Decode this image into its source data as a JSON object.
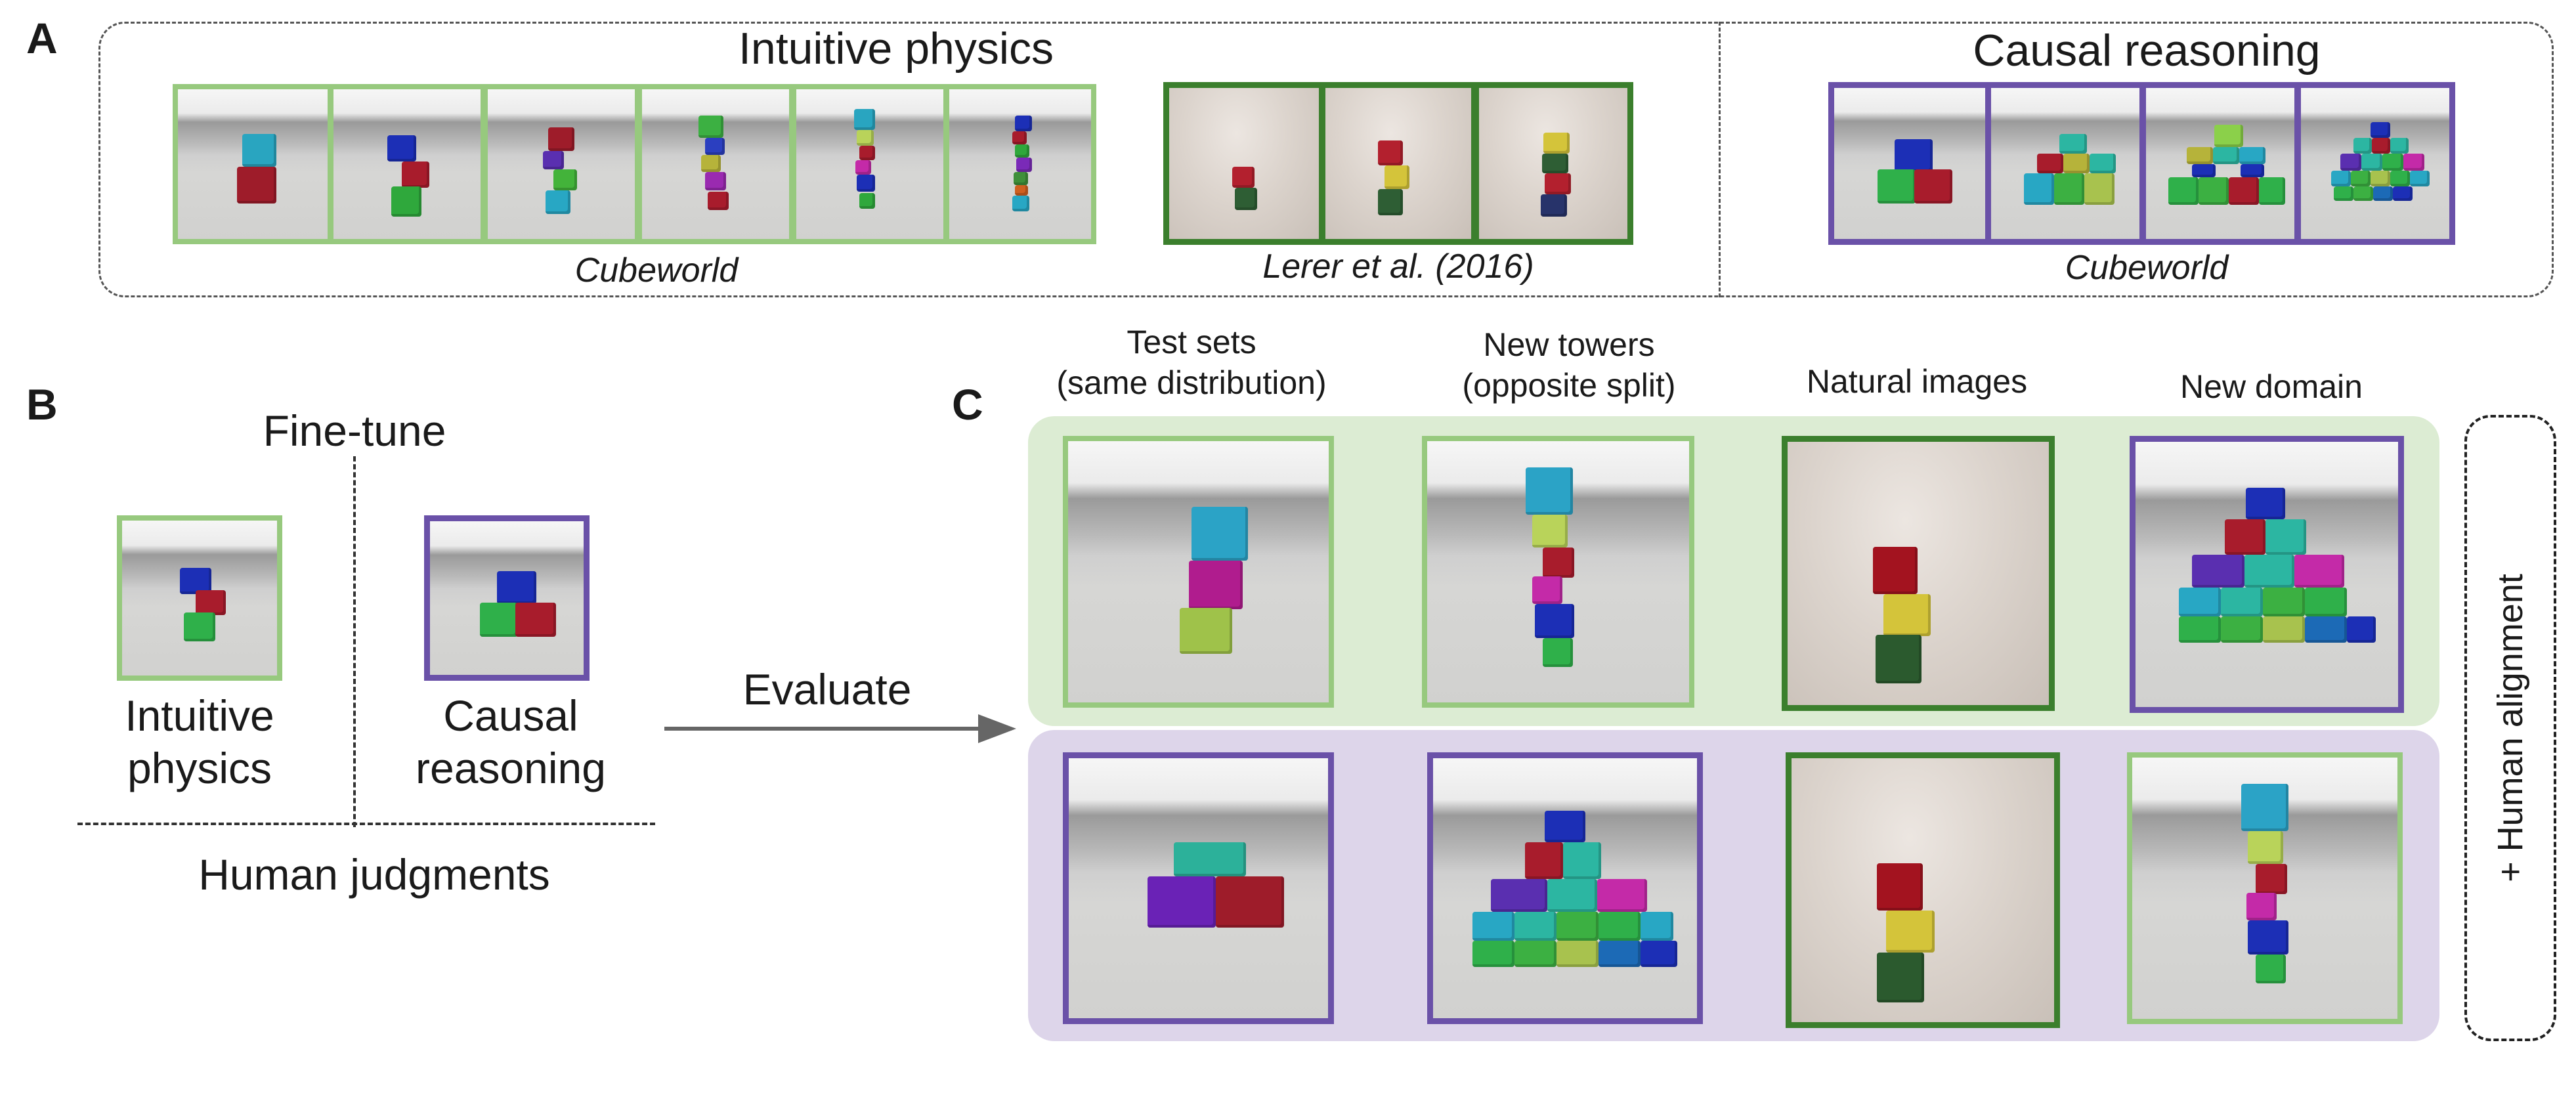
{
  "panel_a": {
    "letter": "A",
    "intuitive_title": "Intuitive physics",
    "causal_title": "Causal reasoning",
    "caption_cubeworld_left": "Cubeworld",
    "caption_lerer": "Lerer et al. (2016)",
    "caption_cubeworld_right": "Cubeworld"
  },
  "panel_b": {
    "letter": "B",
    "finetune_label": "Fine-tune",
    "intuitive_label": "Intuitive\nphysics",
    "causal_label": "Causal\nreasoning",
    "human_label": "Human judgments",
    "evaluate_label": "Evaluate"
  },
  "panel_c": {
    "letter": "C",
    "col_headers": [
      "Test sets\n(same distribution)",
      "New towers\n(opposite split)",
      "Natural images",
      "New domain"
    ],
    "side_label": "+ Human alignment"
  },
  "colors": {
    "intuitive_border": "#97c97e",
    "natural_border": "#3b7f2d",
    "causal_border": "#6a51a8",
    "intuitive_row_bg": "#dcecd3",
    "causal_row_bg": "#ddd5ea"
  }
}
